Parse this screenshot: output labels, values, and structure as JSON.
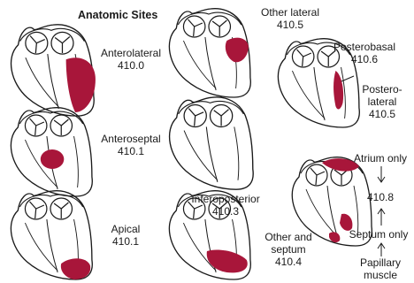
{
  "title": "Anatomic Sites",
  "hearts": [
    {
      "id": "anterolateral",
      "name": "Anterolateral",
      "code": "410.0"
    },
    {
      "id": "anteroseptal",
      "name": "Anteroseptal",
      "code": "410.1"
    },
    {
      "id": "apical",
      "name": "Apical",
      "code": "410.1"
    },
    {
      "id": "other-lateral",
      "name": "Other lateral",
      "code": "410.5"
    },
    {
      "id": "inferoposterior",
      "name": "Inferoposterior",
      "code": "410.3"
    },
    {
      "id": "other-septum",
      "name_line1": "Other and",
      "name_line2": "septum",
      "code": "410.4"
    },
    {
      "id": "posterobasal",
      "name": "Posterobasal",
      "code": "410.6"
    },
    {
      "id": "posterolateral",
      "name_line1": "Postero-",
      "name_line2": "lateral",
      "code": "410.5"
    }
  ],
  "legend": {
    "top": "Atrium only",
    "code": "410.8",
    "middle": "Septum only",
    "bottom_line1": "Papillary",
    "bottom_line2": "muscle"
  },
  "colors": {
    "infarct": "#a8163a",
    "outline": "#1a1a1a"
  }
}
